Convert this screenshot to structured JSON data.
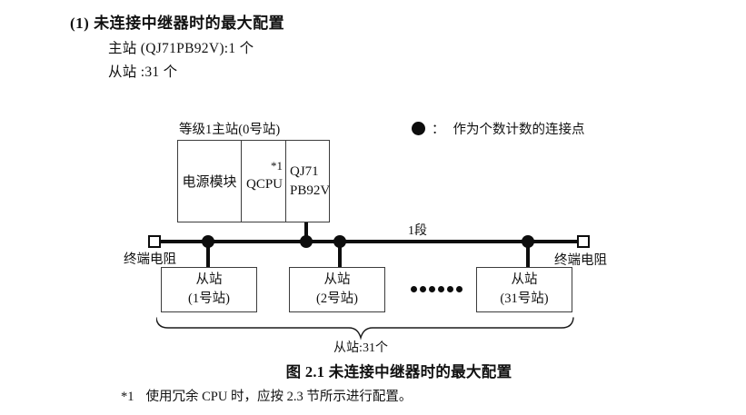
{
  "page": {
    "heading": "(1) 未连接中继器时的最大配置",
    "spec_master": "主站 (QJ71PB92V):1 个",
    "spec_slave": "从站 :31 个",
    "caption": "图 2.1 未连接中继器时的最大配置",
    "footnote": {
      "marker": "*1",
      "text": "使用冗余 CPU 时，应按 2.3 节所示进行配置。"
    }
  },
  "diagram": {
    "master_station": {
      "label": "等级1主站(0号站)",
      "modules": {
        "power": "电源模块",
        "cpu": "QCPU",
        "cpu_footnote": "*1",
        "pb_line1": "QJ71",
        "pb_line2": "PB92V"
      }
    },
    "legend": {
      "icon": "filled-circle-connection-point",
      "separator": "：",
      "text": "作为个数计数的连接点"
    },
    "segment_label": "1段",
    "terminators": {
      "left": "终端电阻",
      "right": "终端电阻"
    },
    "slaves": [
      {
        "name": "从站",
        "station": "(1号站)"
      },
      {
        "name": "从站",
        "station": "(2号站)"
      },
      {
        "name": "从站",
        "station": "(31号站)"
      }
    ],
    "ellipsis_icon": "omitted-slaves-dots",
    "brace_label": "从站:31个",
    "colors": {
      "line": "#0d0d0d",
      "box_border": "#3c3c3c",
      "background": "#ffffff"
    }
  }
}
